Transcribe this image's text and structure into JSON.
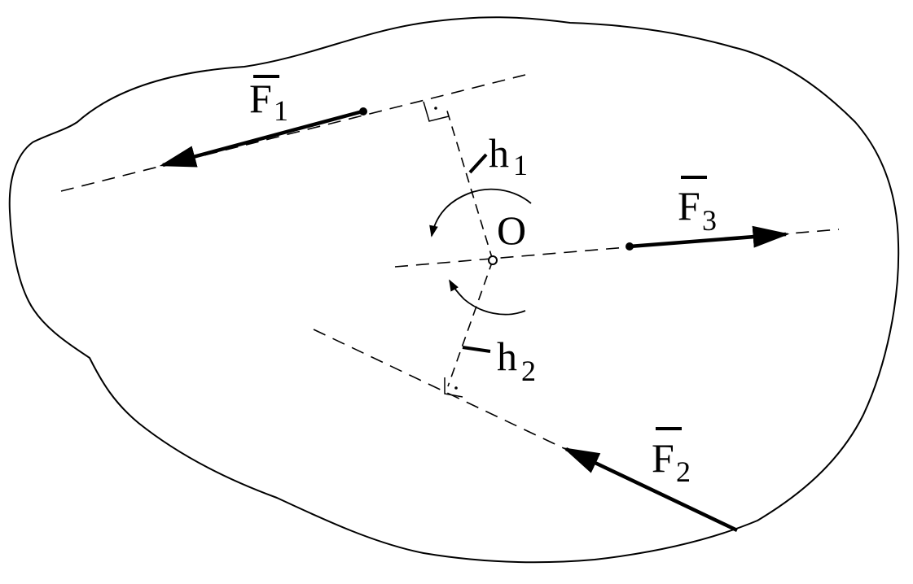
{
  "labels": {
    "f1": {
      "main": "F",
      "sub": "1"
    },
    "f2": {
      "main": "F",
      "sub": "2"
    },
    "f3": {
      "main": "F",
      "sub": "3"
    },
    "h1": {
      "main": "h",
      "sub": "1"
    },
    "h2": {
      "main": "h",
      "sub": "2"
    },
    "o": "O"
  },
  "colors": {
    "ink": "#000000",
    "paper": "#ffffff"
  }
}
